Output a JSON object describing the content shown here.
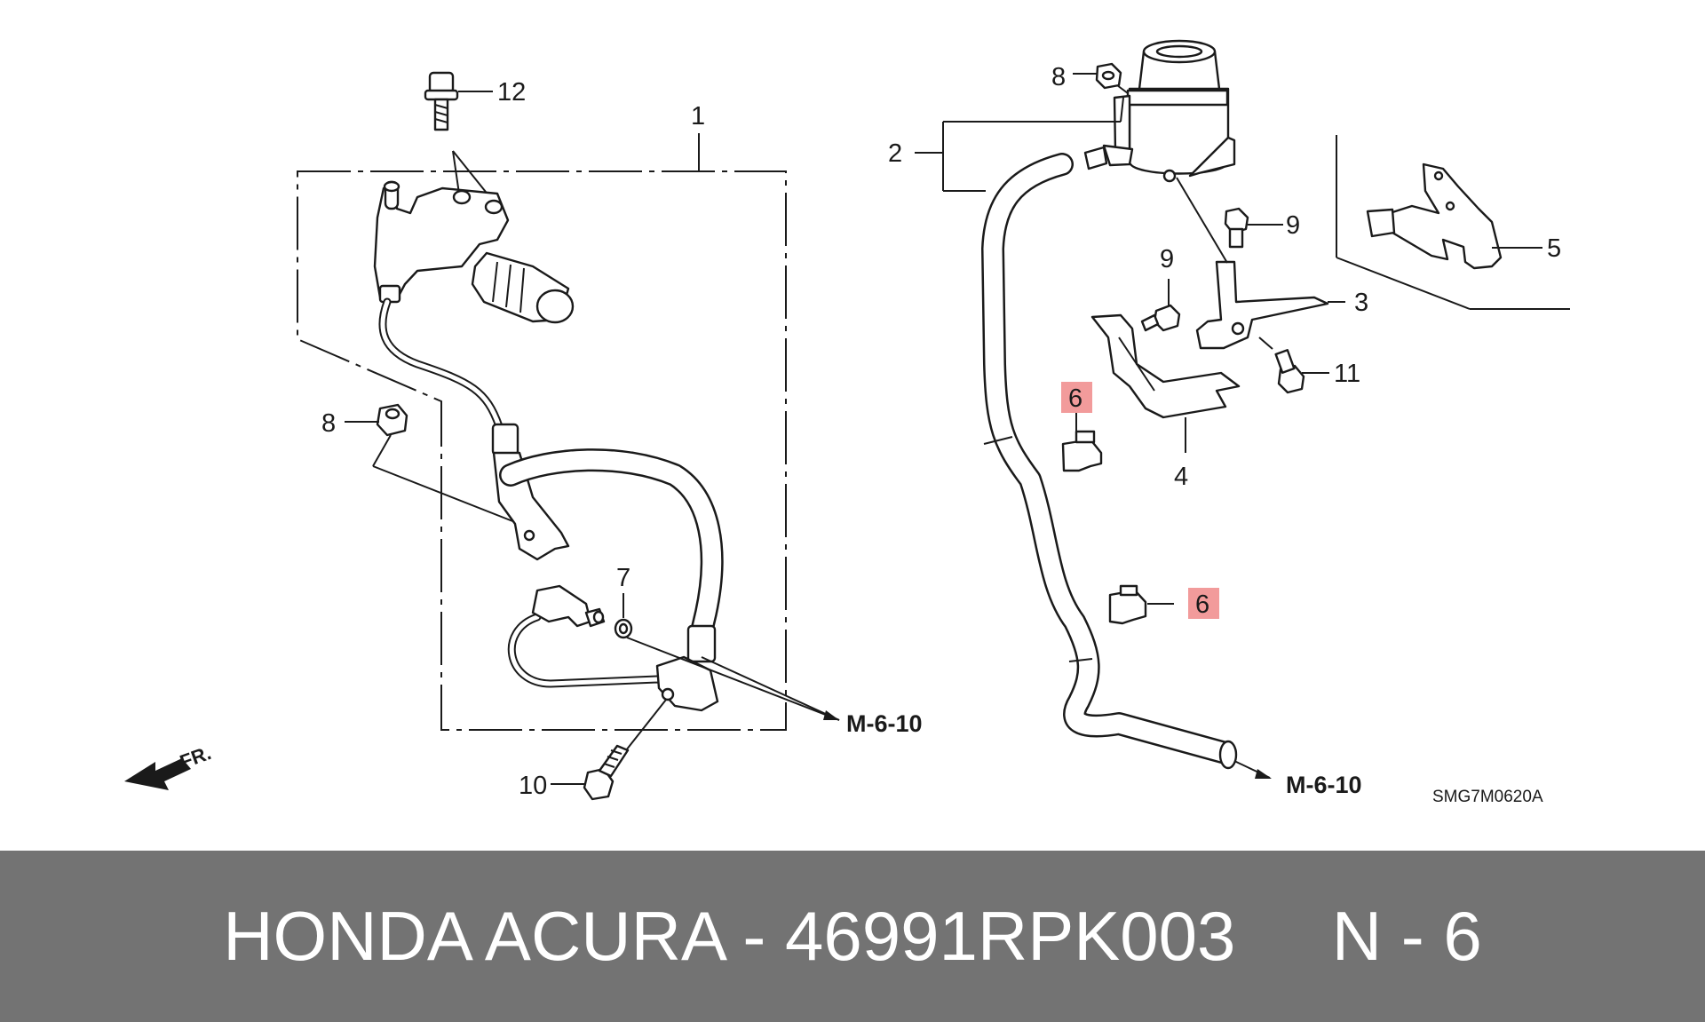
{
  "diagram": {
    "callouts": {
      "c1": "1",
      "c2": "2",
      "c3": "3",
      "c4": "4",
      "c5": "5",
      "c6a": "6",
      "c6b": "6",
      "c7": "7",
      "c8a": "8",
      "c8b": "8",
      "c9a": "9",
      "c9b": "9",
      "c10": "10",
      "c11": "11",
      "c12": "12"
    },
    "refs": {
      "left": "M-6-10",
      "right": "M-6-10"
    },
    "front_label": "FR.",
    "drawing_code": "SMG7M0620A",
    "highlight_color": "#f29b9b"
  },
  "footer": {
    "text": "HONDA ACURA - 46991RPK003     N - 6",
    "background": "#737373"
  }
}
